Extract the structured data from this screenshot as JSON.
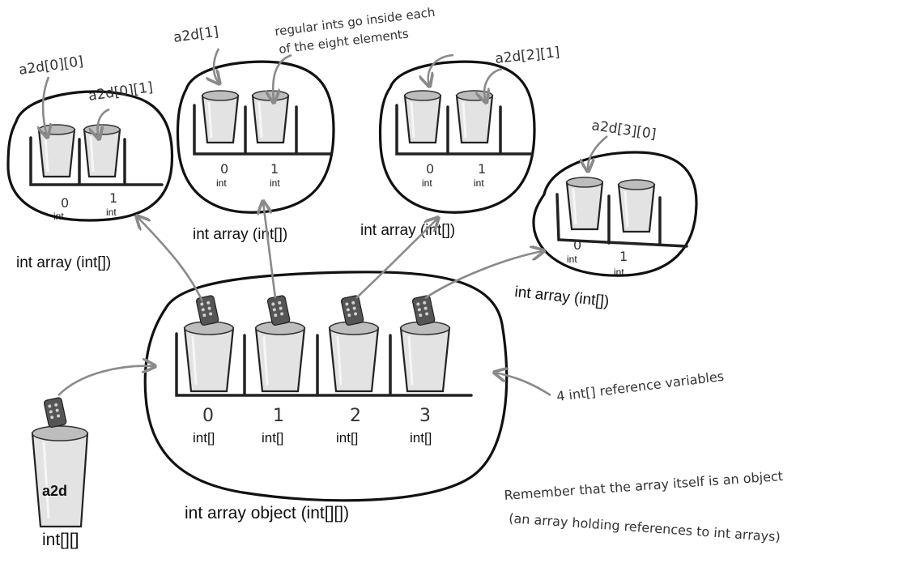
{
  "annotations": {
    "a2d_0_0": "a2d[0][0]",
    "a2d_0_1": "a2d[0][1]",
    "a2d_1": "a2d[1]",
    "regular_ints_line1": "regular ints go inside each",
    "regular_ints_line2": "of the eight elements",
    "a2d_2_1": "a2d[2][1]",
    "a2d_3_0": "a2d[3][0]",
    "ref_vars": "4 int[] reference variables",
    "remember_line1": "Remember that the array itself is an object",
    "remember_line2": "(an array holding references to int arrays)"
  },
  "inner_arrays": [
    {
      "label": "int array (int[])",
      "indices": [
        "0",
        "1"
      ],
      "types": [
        "int",
        "int"
      ]
    },
    {
      "label": "int array (int[])",
      "indices": [
        "0",
        "1"
      ],
      "types": [
        "int",
        "int"
      ]
    },
    {
      "label": "int array (int[])",
      "indices": [
        "0",
        "1"
      ],
      "types": [
        "int",
        "int"
      ]
    },
    {
      "label": "int array (int[])",
      "indices": [
        "0",
        "1"
      ],
      "types": [
        "int",
        "int"
      ]
    }
  ],
  "outer_array": {
    "label": "int array object (int[][])",
    "indices": [
      "0",
      "1",
      "2",
      "3"
    ],
    "types": [
      "int[]",
      "int[]",
      "int[]",
      "int[]"
    ]
  },
  "variable": {
    "name": "a2d",
    "type": "int[][]"
  }
}
